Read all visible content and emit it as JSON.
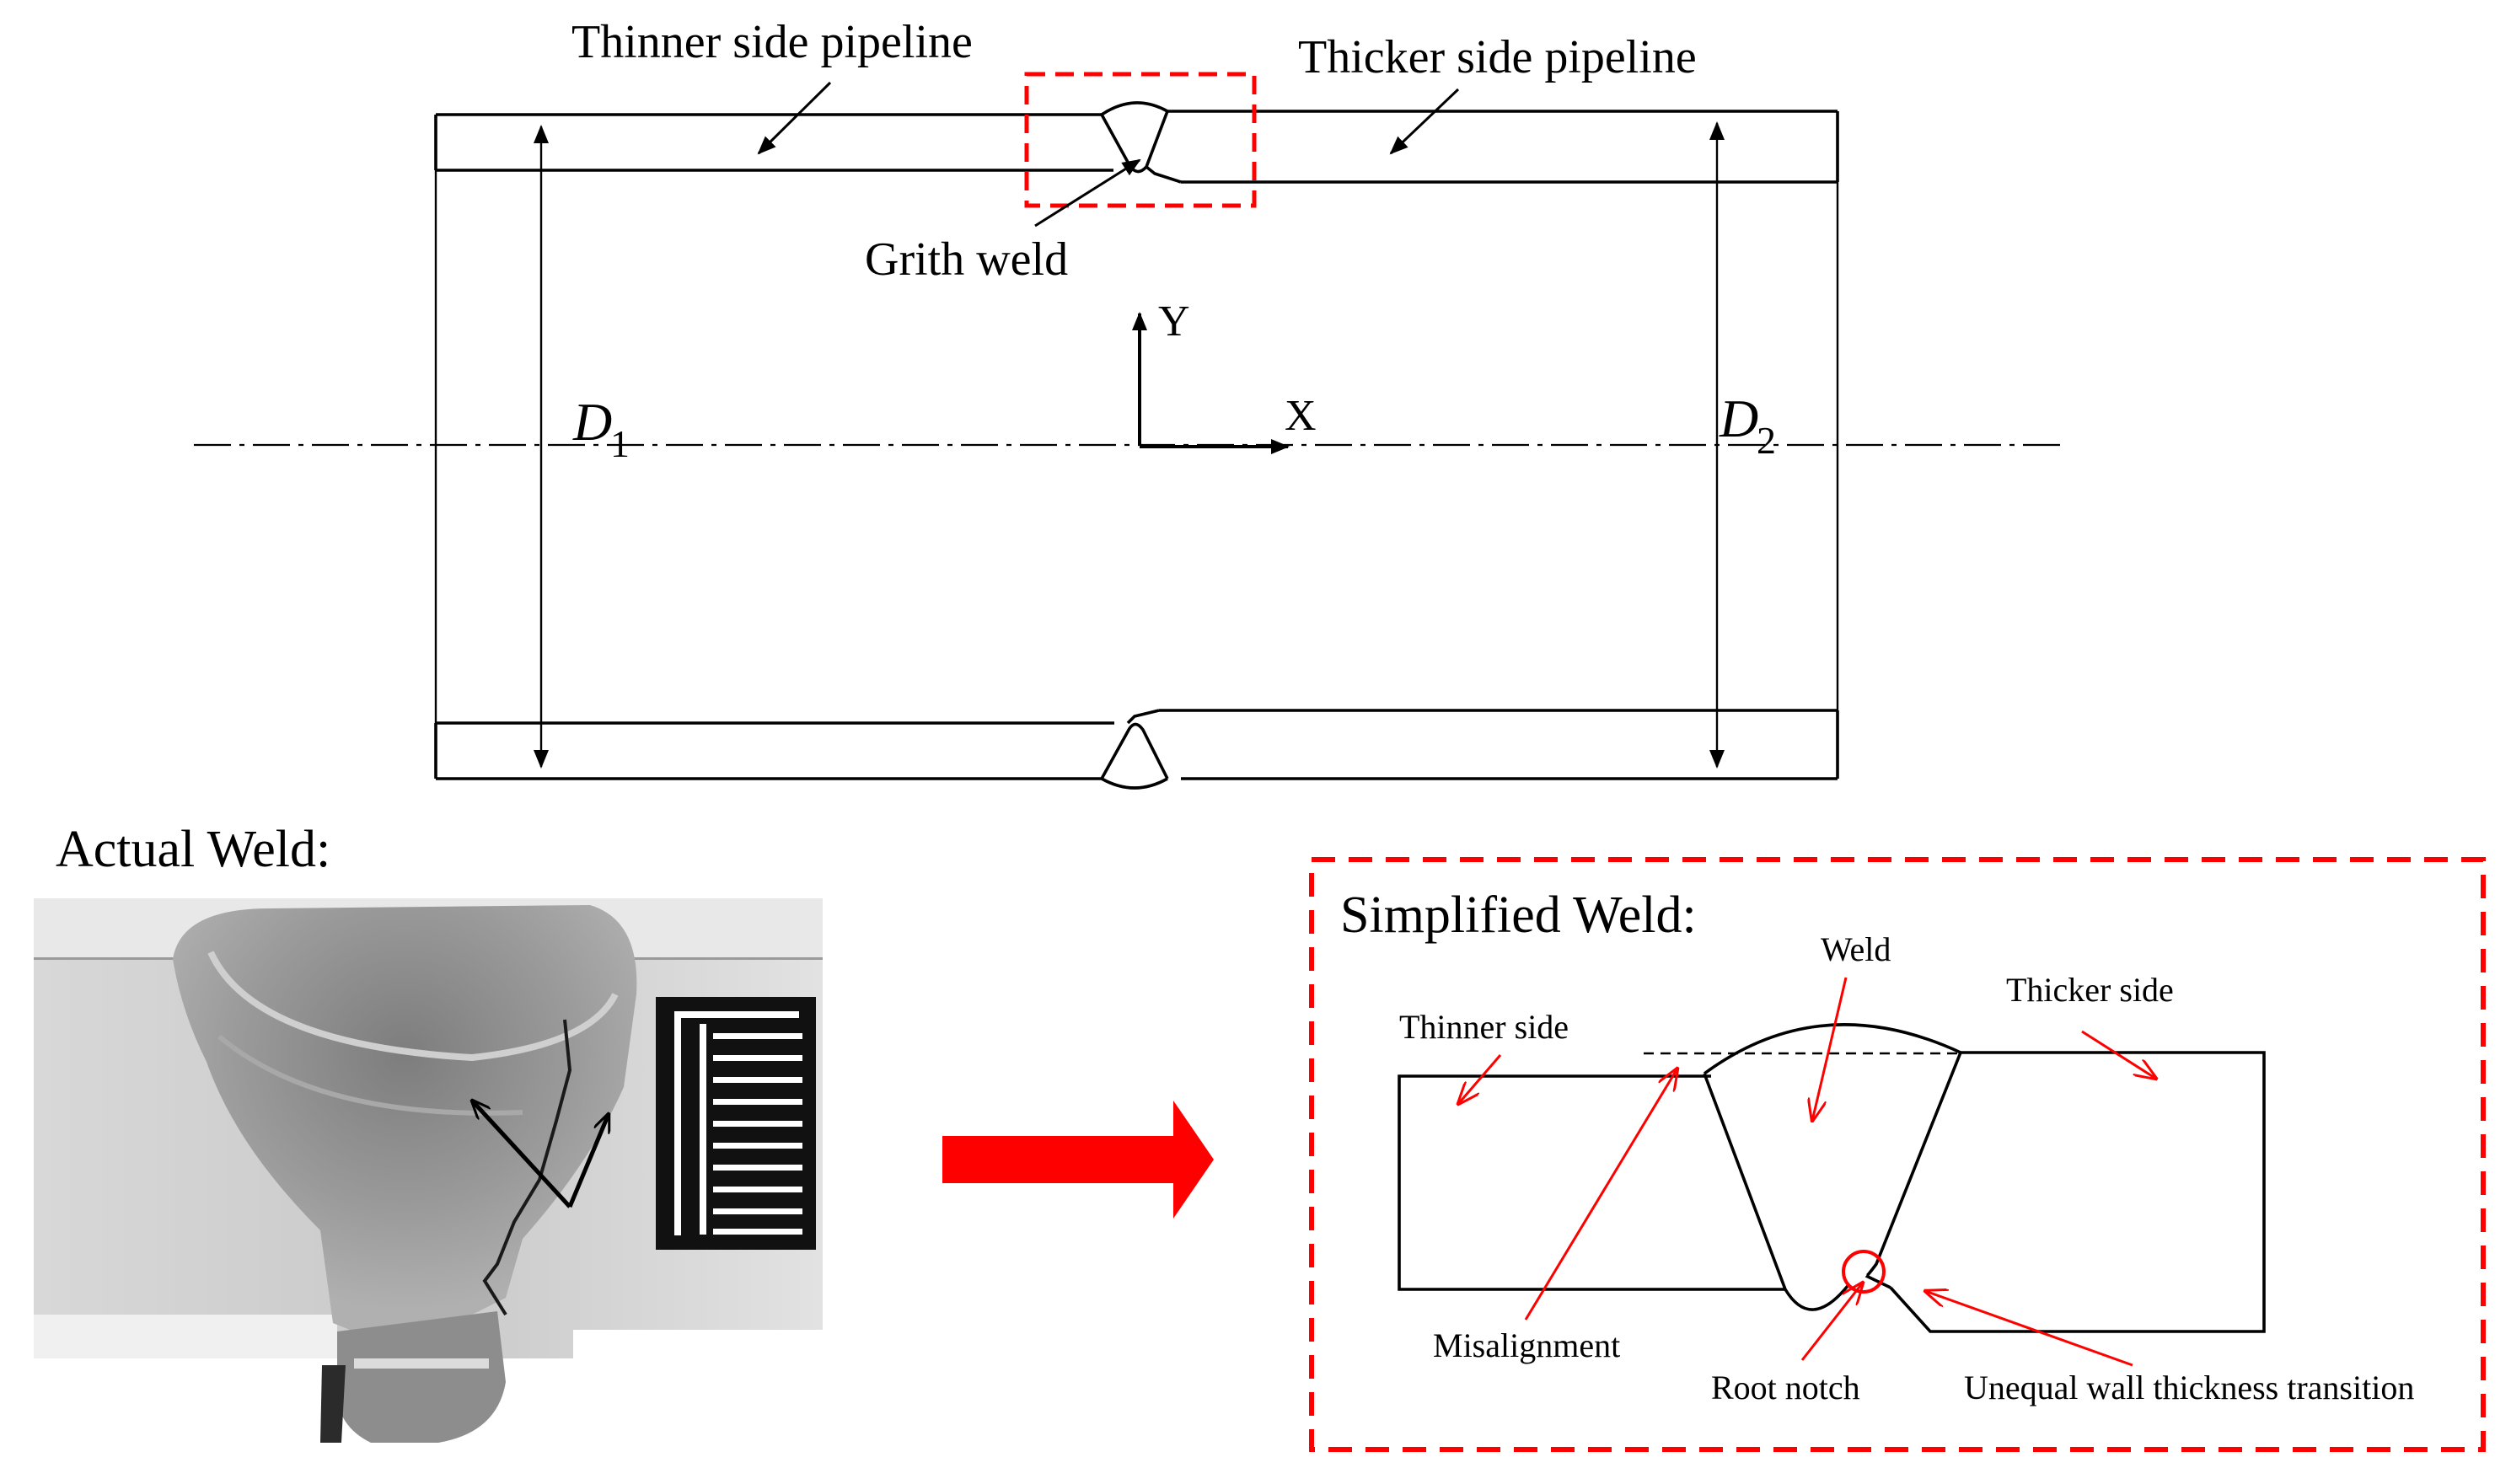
{
  "top_diagram": {
    "thinner_label": "Thinner side pipeline",
    "thicker_label": "Thicker side pipeline",
    "weld_label": "Grith weld",
    "axis_y": "Y",
    "axis_x": "X",
    "d1_letter": "D",
    "d1_sub": "1",
    "d2_letter": "D",
    "d2_sub": "2"
  },
  "actual_panel": {
    "title": "Actual Weld:"
  },
  "simplified_panel": {
    "title": "Simplified Weld:",
    "weld": "Weld",
    "thinner": "Thinner side",
    "thicker": "Thicker side",
    "misalignment": "Misalignment",
    "root_notch": "Root notch",
    "transition": "Unequal wall thickness transition"
  },
  "colors": {
    "accent": "#ff0000",
    "line": "#000000"
  }
}
